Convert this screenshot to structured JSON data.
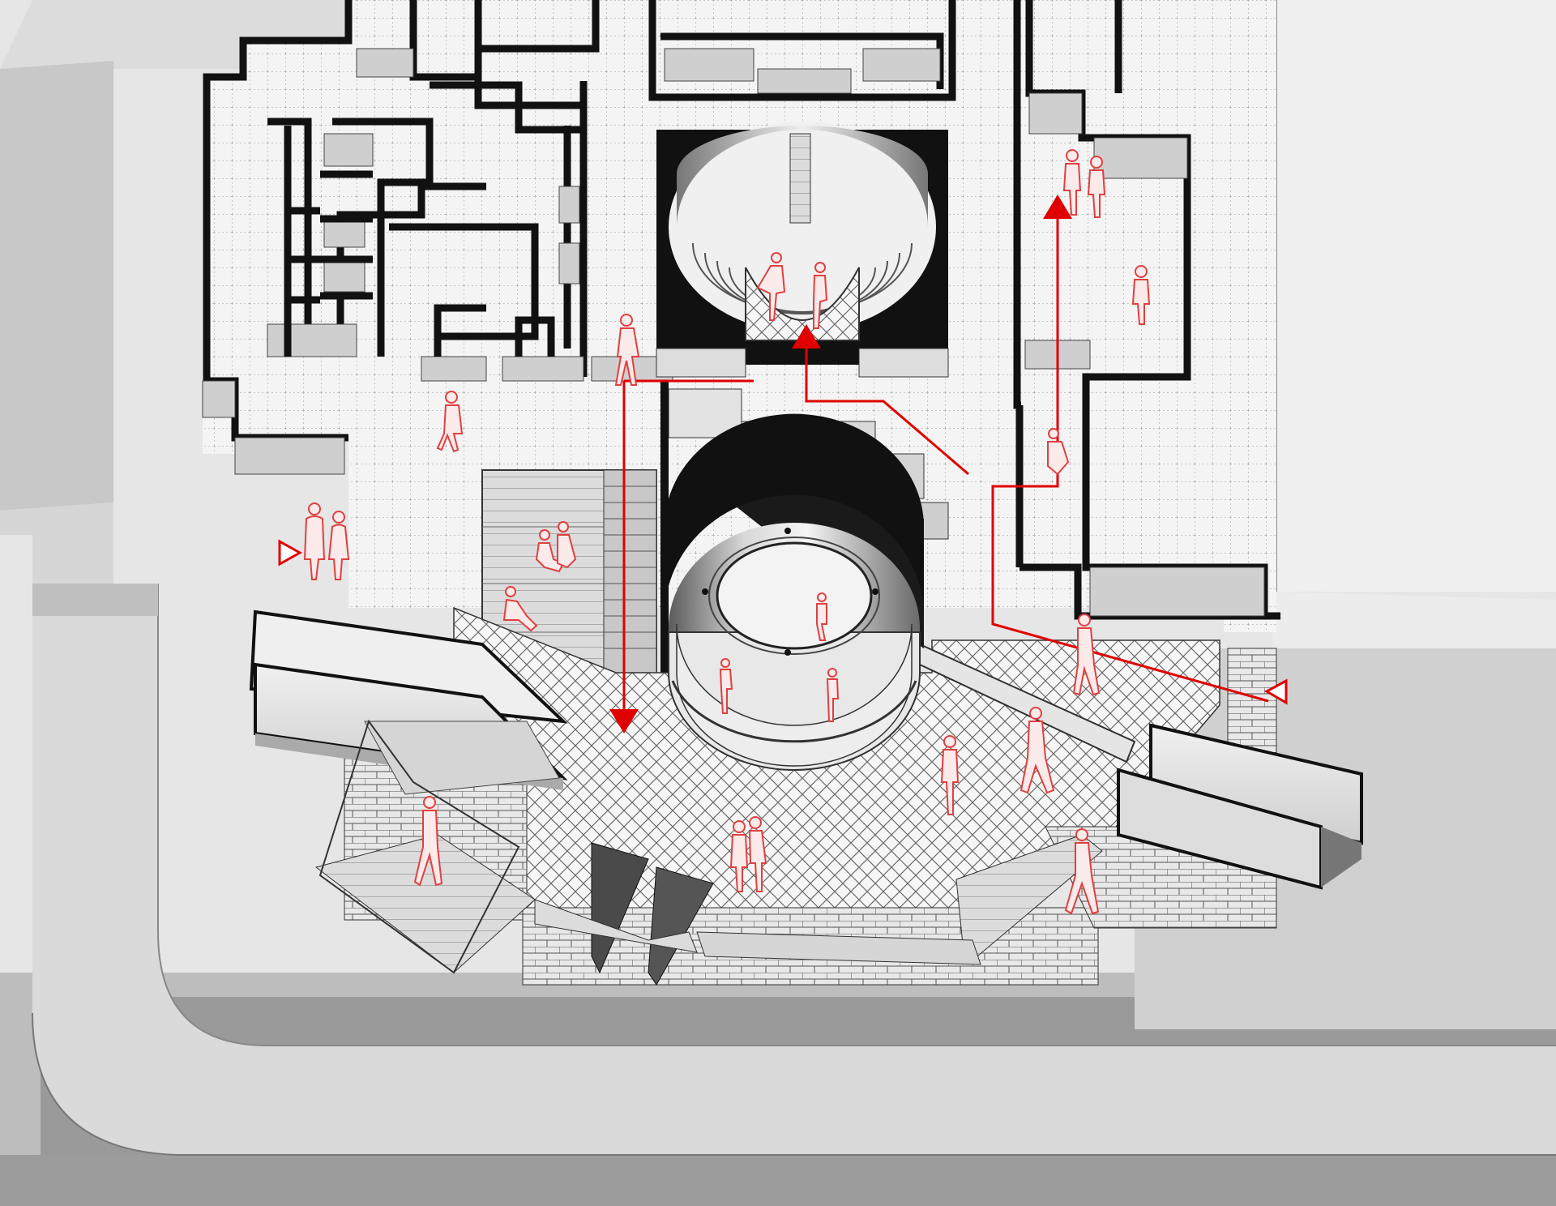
{
  "drawing": {
    "colors": {
      "background": "#e6e6e6",
      "street": "#9a9a9a",
      "sidewalk": "#d4d4d4",
      "block": "#cfcfcf",
      "plaza_paving": "#f2f2f2",
      "wall": "#111111",
      "brick": "#e2e2e2",
      "route": "#e00000",
      "figure": "#e04040"
    },
    "elements": [
      "walled-building-block",
      "sunken-amphitheater",
      "cylindrical-pavilion",
      "circular-plaza",
      "plaza-stairs",
      "ramp-west",
      "ramp-east",
      "brick-plinth",
      "street-corner",
      "circulation-routes",
      "entrance-markers",
      "pedestrian-figures"
    ]
  }
}
